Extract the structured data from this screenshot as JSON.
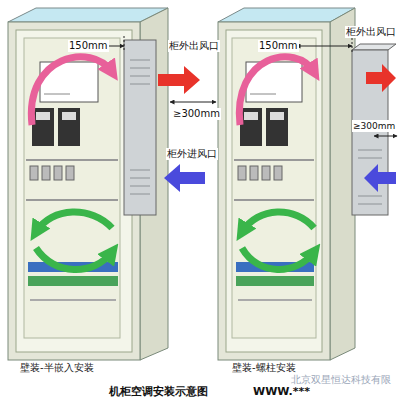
{
  "diagram": {
    "caption": "机柜空调安装示意图",
    "nodes": [
      {
        "text": [
          "壁装-半嵌入安装"
        ]
      },
      {
        "text": [
          "壁装-螺柱安装"
        ]
      }
    ],
    "labels": [
      "150mm",
      "柜外出风口",
      "≥300mm",
      "柜外进风口",
      "150mm",
      "柜外出风口",
      "≥300mm",
      "北京双星恒达科技有限",
      "WWW.***"
    ]
  }
}
